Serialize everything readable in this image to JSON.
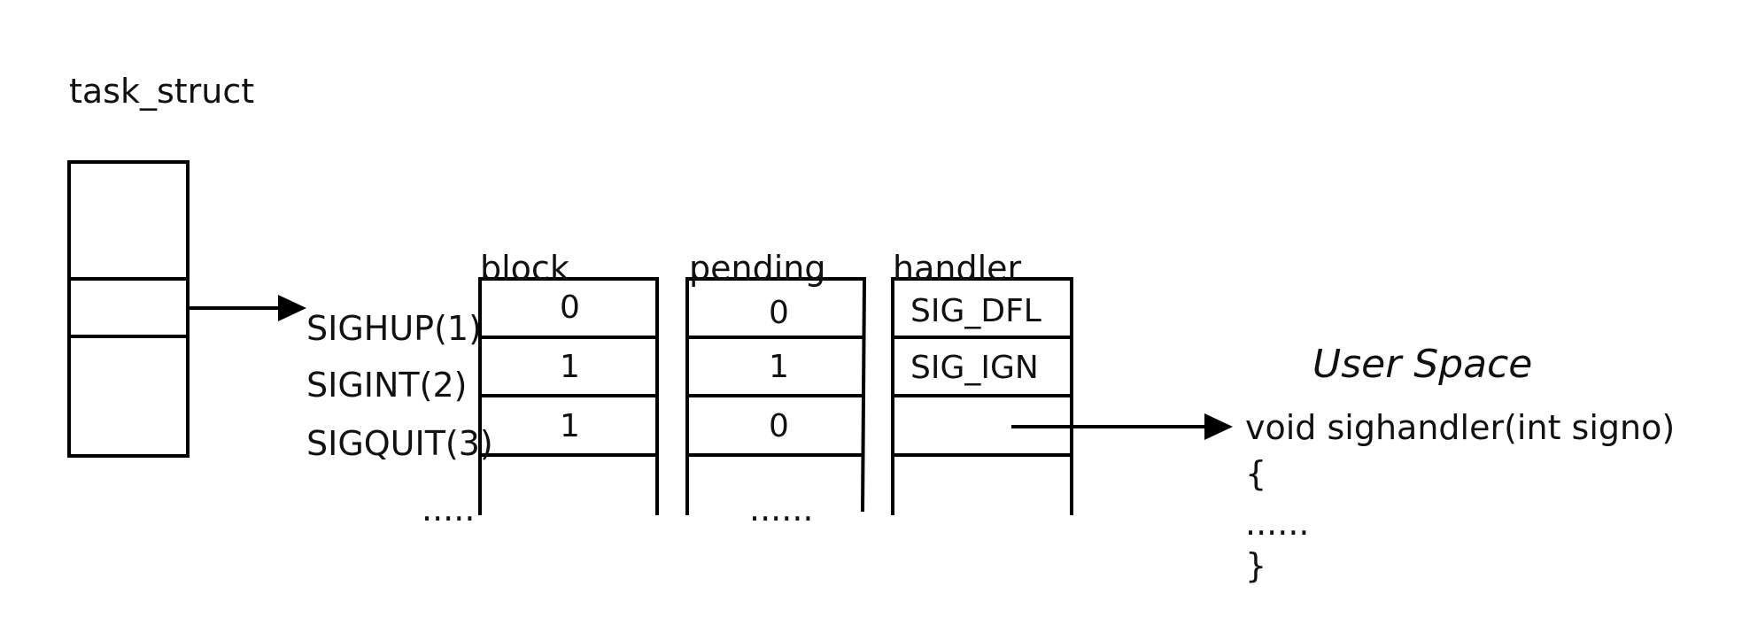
{
  "task_struct": {
    "label": "task_struct"
  },
  "columns": {
    "block": "block",
    "pending": "pending",
    "handler": "handler"
  },
  "signals": [
    "SIGHUP(1)",
    "SIGINT(2)",
    "SIGQUIT(3)"
  ],
  "ellipsis": {
    "signals": ".....",
    "pending": "......",
    "code": "......"
  },
  "block_values": [
    "0",
    "1",
    "1"
  ],
  "pending_values": [
    "0",
    "1",
    "0"
  ],
  "handler_values": [
    "SIG_DFL",
    "SIG_IGN",
    ""
  ],
  "user_space": {
    "title": "User Space",
    "code_lines": [
      "void sighandler(int signo)",
      "{",
      "......",
      "}"
    ]
  }
}
